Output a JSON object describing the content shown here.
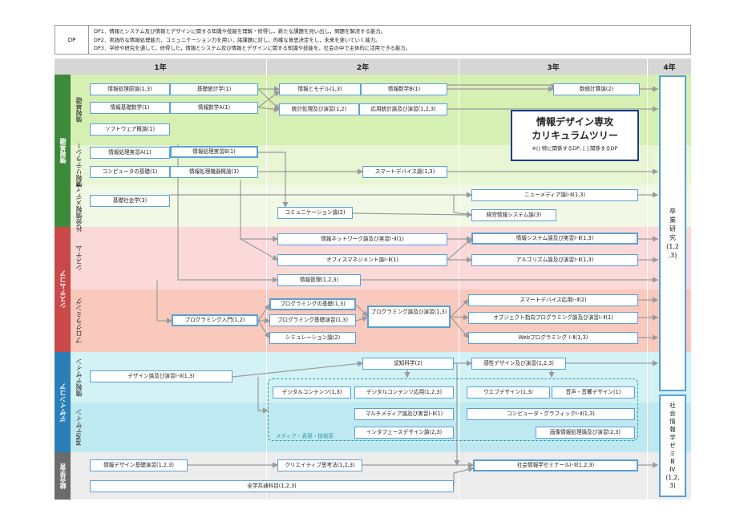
{
  "dp": {
    "label": "DP",
    "lines": [
      "DP1．情報とシステム及び情報とデザインに関する知識や技能を理解・修得し，新たな課題を見い出し，問題を解決する能力。",
      "DP2．実践的な情報処理能力，コミュニケーション力を用い，諸課題に対し，的確な意思決定をし，未来を斐いていく能力。",
      "DP3．学修や研究を通して，修得した，情報とシステム及び情報とデザインに関する知識や技能を，社会の中で主体的に活用できる能力。"
    ]
  },
  "years": [
    "1年",
    "2年",
    "3年",
    "4年"
  ],
  "groups": {
    "info_basic": "情報基礎",
    "system_core": "システムコア",
    "design_core": "デザインコア",
    "general": "総合学習"
  },
  "subgroups": {
    "info_basic": "情報基礎",
    "literacy": "情報リテラシー",
    "social_media": "社会情報メディア",
    "system": "システム",
    "programming": "プログラミング",
    "info_design": "情報デザイン",
    "mm_design": "MMデザイン"
  },
  "title": {
    "line1": "情報デザイン専攻",
    "line2": "カリキュラムツリー",
    "note": "※() 特に関係するDP, [ ] 関係するDP"
  },
  "courses": {
    "c1": "情報処理原論(1,3)",
    "c2": "基礎統計学(1)",
    "c3": "情報基礎数学(1)",
    "c4": "情報数学A(1)",
    "c5": "ソフトウェア概論(1)",
    "c6": "情報処理実習A(1)",
    "c7": "情報処理実習B(1)",
    "c8": "コンピュータの基礎(1)",
    "c9": "情報処理機器概論(1)",
    "c10": "基礎社会学(3)",
    "c11": "プログラミング入門(1,2)",
    "c12": "デザイン論及び演習Ⅰ･Ⅱ(1,3)",
    "c13": "情報デザイン基礎演習(1,2,3)",
    "c14": "全学共通科目(1,2,3)",
    "c15": "情報とモデル(1,3)",
    "c16": "情報数学B(1)",
    "c17": "統計処理及び演習(1,2)",
    "c18": "応用統計論及び演習(1,2,3)",
    "c19": "スマートデバイス論(1,3)",
    "c20": "コミュニケーション論(2)",
    "c21": "情報ネットワーク論及び実習Ⅰ･Ⅱ(1)",
    "c22": "オフィスマネジメント論Ⅰ･Ⅱ(1)",
    "c23": "情報管理(1,2,3)",
    "c24": "プログラミングの基礎(1,3)",
    "c25": "プログラミング基礎演習(1,3)",
    "c26": "プログラミング論及び演習(1,3)",
    "c27": "シミュレーション論(2)",
    "c28": "認知科学(2)",
    "c29": "デジタルコンテンツ(1,3)",
    "c30": "デジタルコンテンツ応用(1,2,3)",
    "c31": "マルチメディア論及び実習Ⅰ･Ⅱ(1)",
    "c32": "インタフェースデザイン論(2,3)",
    "c33": "クリエイティブ思考法(1,2,3)",
    "c34": "数値計算論(2)",
    "c35": "ニューメディア論Ⅰ･Ⅱ(1,3)",
    "c36": "経営情報システム論(3)",
    "c37": "情報システム論及び実習Ⅰ･Ⅱ(1,3)",
    "c38": "アルゴリズム論及び演習Ⅰ･Ⅱ(1,3)",
    "c39": "スマートデバイス応用Ⅰ･Ⅱ(2)",
    "c40": "オブジェクト指向プログラミング論及び演習Ⅰ･Ⅱ(1)",
    "c41": "Webプログラミング Ⅰ･Ⅱ(1,3)",
    "c42": "感性デザイン及び演習(1,2,3)",
    "c43": "ウエブデザイン(1,3)",
    "c44": "音声・音響デザイン(1)",
    "c45": "コンピュータ・グラフィックⅠ･Ⅱ(1,3)",
    "c46": "画像情報処理論及び演習(2,3)",
    "c47": "社会情報学ゼミナールⅠ･Ⅱ(1,2,3)"
  },
  "media_caption": "メディア・表現・技術系",
  "year4": {
    "thesis": "卒\n業\n研\n究\n(1,2\n,3)",
    "seminar": "社\n会\n情\n報\n学\nゼ\nミ\nⅢ\nⅣ\n(1,2,\n3)"
  },
  "colors": {
    "info_basic_band": "#d6efb3",
    "literacy_band": "#e8f6d4",
    "social_band": "#f1f9e6",
    "system_band": "#fbd9d9",
    "programming_band": "#f9c9bd",
    "info_design_band": "#d2f2f6",
    "mm_band": "#bfe9f1",
    "general_band": "#ececec",
    "green_label": "#3d8a3a",
    "red_label": "#c94848",
    "blue_label": "#2a7fb8",
    "grey_label": "#6b6b6b",
    "box_border": "#5aa0d8"
  }
}
